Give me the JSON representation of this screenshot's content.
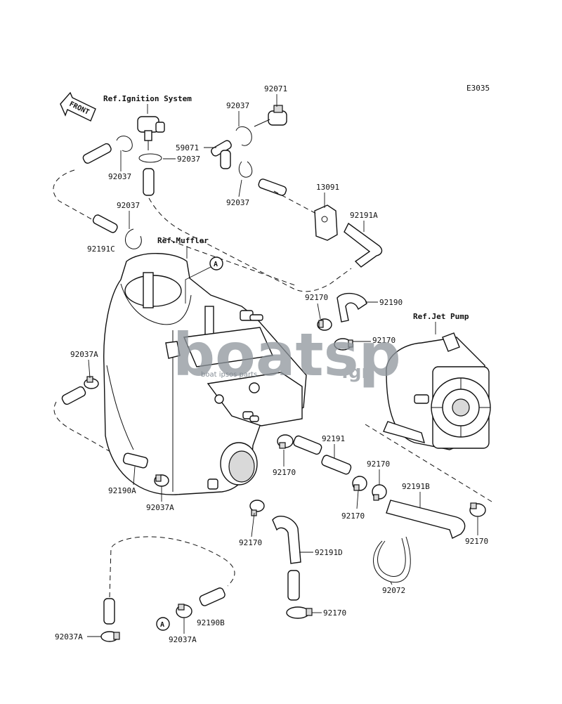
{
  "diagram": {
    "code": "E3035",
    "front_label": "FRONT",
    "refs": {
      "ignition": "Ref.Ignition System",
      "muffler": "Ref.Muffler",
      "jet_pump": "Ref.Jet Pump"
    },
    "callout": "A",
    "watermark": {
      "main": "boatsp",
      "suffix": ".gr",
      "sub": "boat ipsos parts"
    },
    "labels": {
      "p92071": "92071",
      "p92037_a": "92037",
      "p59071": "59071",
      "p92037_b": "92037",
      "p92037_c": "92037",
      "p92037_d": "92037",
      "p13091": "13091",
      "p92037_e": "92037",
      "p92191a": "92191A",
      "p92191c": "92191C",
      "p92170_a": "92170",
      "p92190": "92190",
      "p92170_b": "92170",
      "p92037a_a": "92037A",
      "p92191": "92191",
      "p92170_c": "92170",
      "p92170_d": "92170",
      "p92191b": "92191B",
      "p92190a": "92190A",
      "p92037a_b": "92037A",
      "p92170_e": "92170",
      "p92170_f": "92170",
      "p92191d": "92191D",
      "p92072": "92072",
      "p92170_g": "92170",
      "p92037a_c": "92037A",
      "p92190b": "92190B",
      "p92037a_d": "92037A"
    }
  }
}
